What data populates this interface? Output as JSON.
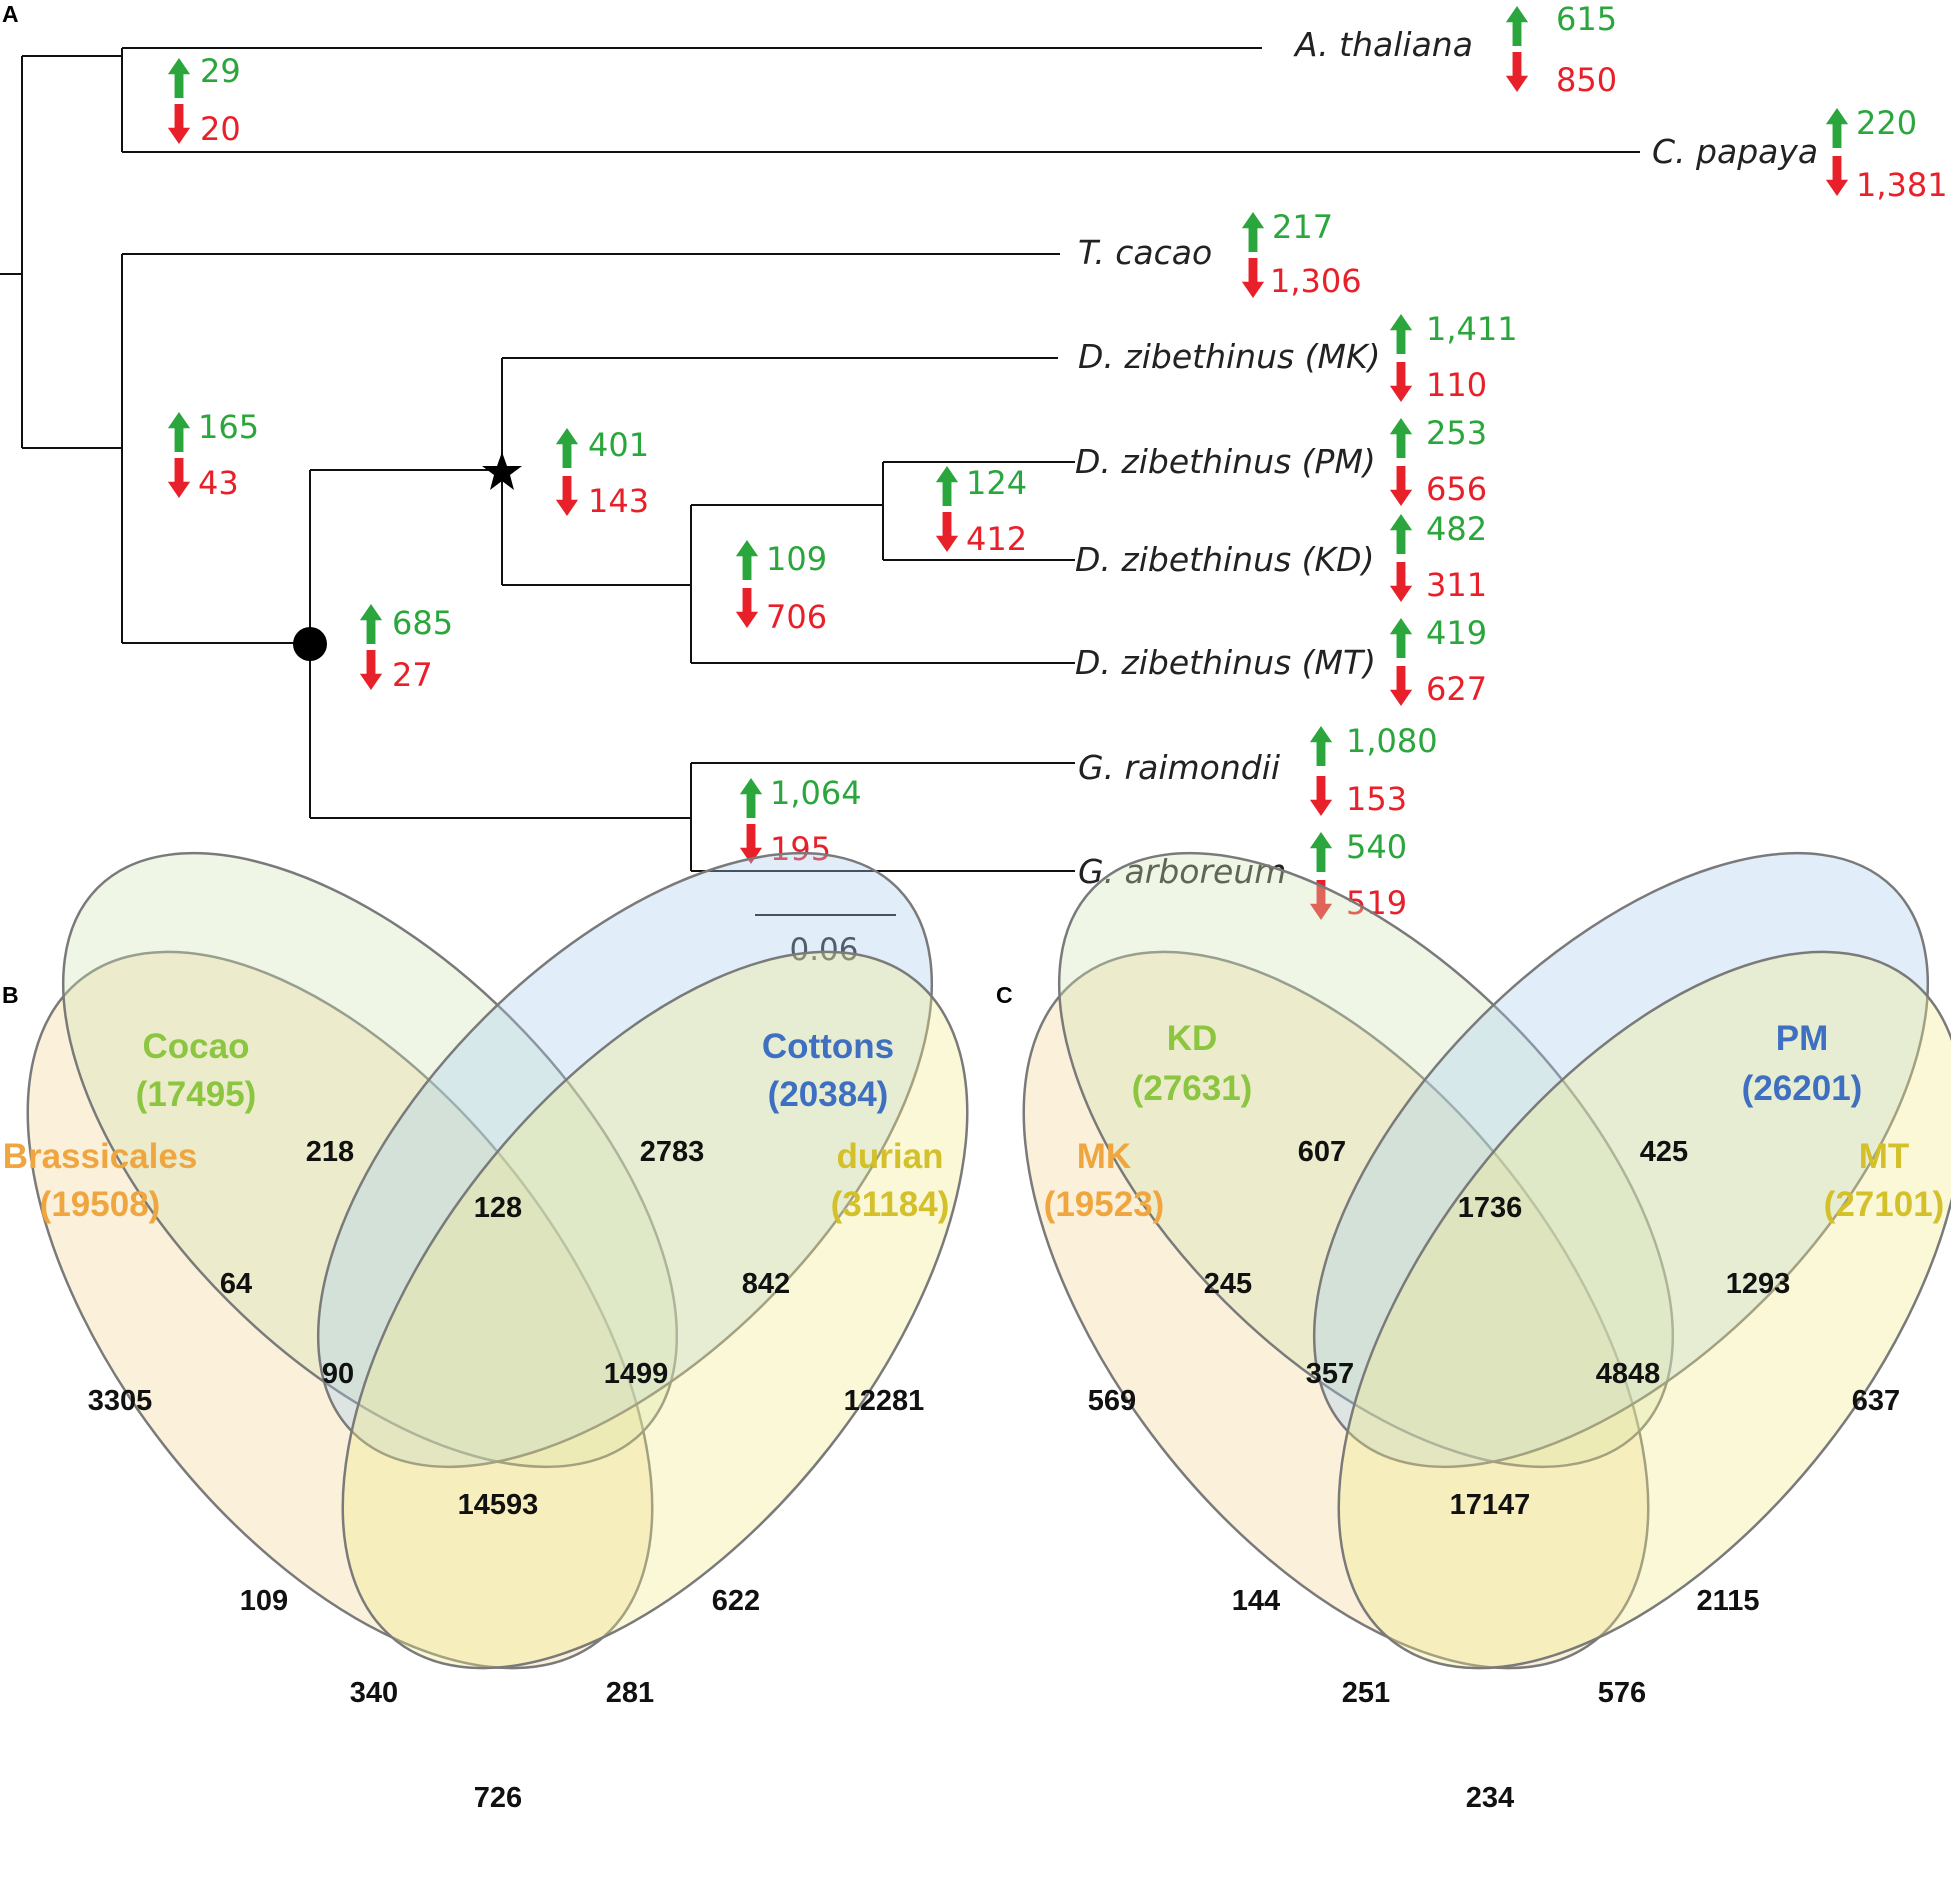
{
  "panel_a": {
    "letter": "A",
    "scale_bar": "0.06",
    "species": [
      {
        "id": "athaliana",
        "name": "A. thaliana",
        "gain": "615",
        "loss": "850"
      },
      {
        "id": "cpapaya",
        "name": "C. papaya",
        "gain": "220",
        "loss": "1,381"
      },
      {
        "id": "tcacao",
        "name": "T. cacao",
        "gain": "217",
        "loss": "1,306"
      },
      {
        "id": "dz_mk",
        "name": "D. zibethinus (MK)",
        "gain": "1,411",
        "loss": "110"
      },
      {
        "id": "dz_pm",
        "name": "D. zibethinus (PM)",
        "gain": "253",
        "loss": "656"
      },
      {
        "id": "dz_kd",
        "name": "D. zibethinus (KD)",
        "gain": "482",
        "loss": "311"
      },
      {
        "id": "dz_mt",
        "name": "D. zibethinus (MT)",
        "gain": "419",
        "loss": "627"
      },
      {
        "id": "graimondii",
        "name": "G. raimondii",
        "gain": "1,080",
        "loss": "153"
      },
      {
        "id": "garboreum",
        "name": "G. arboreum",
        "gain": "540",
        "loss": "519"
      }
    ],
    "internal_nodes": [
      {
        "id": "brassicales",
        "gain": "29",
        "loss": "20"
      },
      {
        "id": "malvales",
        "gain": "165",
        "loss": "43"
      },
      {
        "id": "durio_gossypium",
        "gain": "685",
        "loss": "27"
      },
      {
        "id": "durian",
        "gain": "401",
        "loss": "143"
      },
      {
        "id": "pm_kd_mt",
        "gain": "109",
        "loss": "706"
      },
      {
        "id": "pm_kd",
        "gain": "124",
        "loss": "412"
      },
      {
        "id": "gossypium",
        "gain": "1,064",
        "loss": "195"
      }
    ]
  },
  "panel_b": {
    "letter": "B",
    "sets": [
      {
        "id": "brassicales",
        "name": "Brassicales",
        "count": "(19508)",
        "color": "#f0a640"
      },
      {
        "id": "cocao",
        "name": "Cocao",
        "count": "(17495)",
        "color": "#8cc540"
      },
      {
        "id": "cottons",
        "name": "Cottons",
        "count": "(20384)",
        "color": "#3e6fc0"
      },
      {
        "id": "durian",
        "name": "durian",
        "count": "(31184)",
        "color": "#d4c02a"
      }
    ],
    "regions": {
      "A_only": "3305",
      "B_only": "218",
      "C_only": "2783",
      "D_only": "12281",
      "AB": "64",
      "BC": "128",
      "CD": "842",
      "AD": "726",
      "ABC": "90",
      "BCD": "1499",
      "ABD": "340",
      "ACD": "281",
      "AC": "109",
      "BD": "622",
      "ABCD": "14593"
    }
  },
  "panel_c": {
    "letter": "C",
    "sets": [
      {
        "id": "mk",
        "name": "MK",
        "count": "(19523)",
        "color": "#f0a640"
      },
      {
        "id": "kd",
        "name": "KD",
        "count": "(27631)",
        "color": "#8cc540"
      },
      {
        "id": "pm",
        "name": "PM",
        "count": "(26201)",
        "color": "#3e6fc0"
      },
      {
        "id": "mt",
        "name": "MT",
        "count": "(27101)",
        "color": "#d4c02a"
      }
    ],
    "regions": {
      "A_only": "569",
      "B_only": "607",
      "C_only": "425",
      "D_only": "637",
      "AB": "245",
      "BC": "1736",
      "CD": "1293",
      "AD": "234",
      "ABC": "357",
      "BCD": "4848",
      "ABD": "251",
      "ACD": "576",
      "AC": "144",
      "BD": "2115",
      "ABCD": "17147"
    }
  }
}
